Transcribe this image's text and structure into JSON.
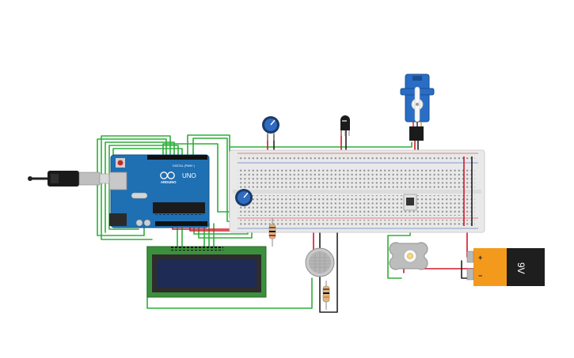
{
  "arduino": {
    "brand": "ARDUINO",
    "model": "UNO",
    "header_label": "DIGITAL (PWM~)"
  },
  "battery": {
    "label": "9V",
    "plus": "+",
    "minus": "−"
  },
  "colors": {
    "wire_green": "#2fae3a",
    "wire_red": "#d0182a",
    "wire_black": "#222222",
    "arduino_blue": "#1f6fb3",
    "breadboard": "#e9e9e9",
    "lcd_green": "#3c8f3c",
    "lcd_screen": "#1e2c55",
    "servo_blue": "#2a6dc4",
    "battery_orange": "#f39a1d"
  },
  "components": [
    "usb-cable",
    "arduino-uno",
    "breadboard",
    "lcd-16x2",
    "potentiometer-top",
    "potentiometer-left",
    "temperature-sensor",
    "servo-motor",
    "dc-motor",
    "gas-sensor",
    "resistor-lcd",
    "resistor-gas",
    "relay",
    "battery-9v"
  ]
}
